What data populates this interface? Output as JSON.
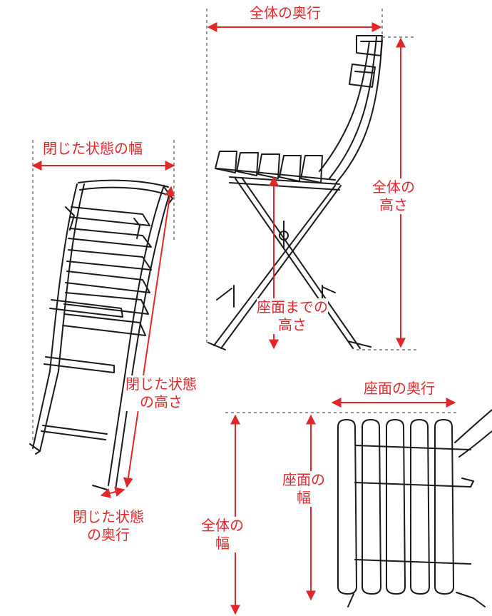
{
  "colors": {
    "dimension": "#e0282b",
    "guide": "#777777",
    "line": "#1a1a1a",
    "background": "#ffffff"
  },
  "labels": {
    "overall_depth": "全体の奥行",
    "overall_height": [
      "全体の",
      "高さ"
    ],
    "seat_height": [
      "座面までの",
      "高さ"
    ],
    "folded_width": "閉じた状態の幅",
    "folded_height": [
      "閉じた状態",
      "の高さ"
    ],
    "folded_depth": [
      "閉じた状態",
      "の奥行"
    ],
    "seat_depth": "座面の奥行",
    "seat_width": [
      "座面の",
      "幅"
    ],
    "overall_width": [
      "全体の",
      "幅"
    ]
  }
}
